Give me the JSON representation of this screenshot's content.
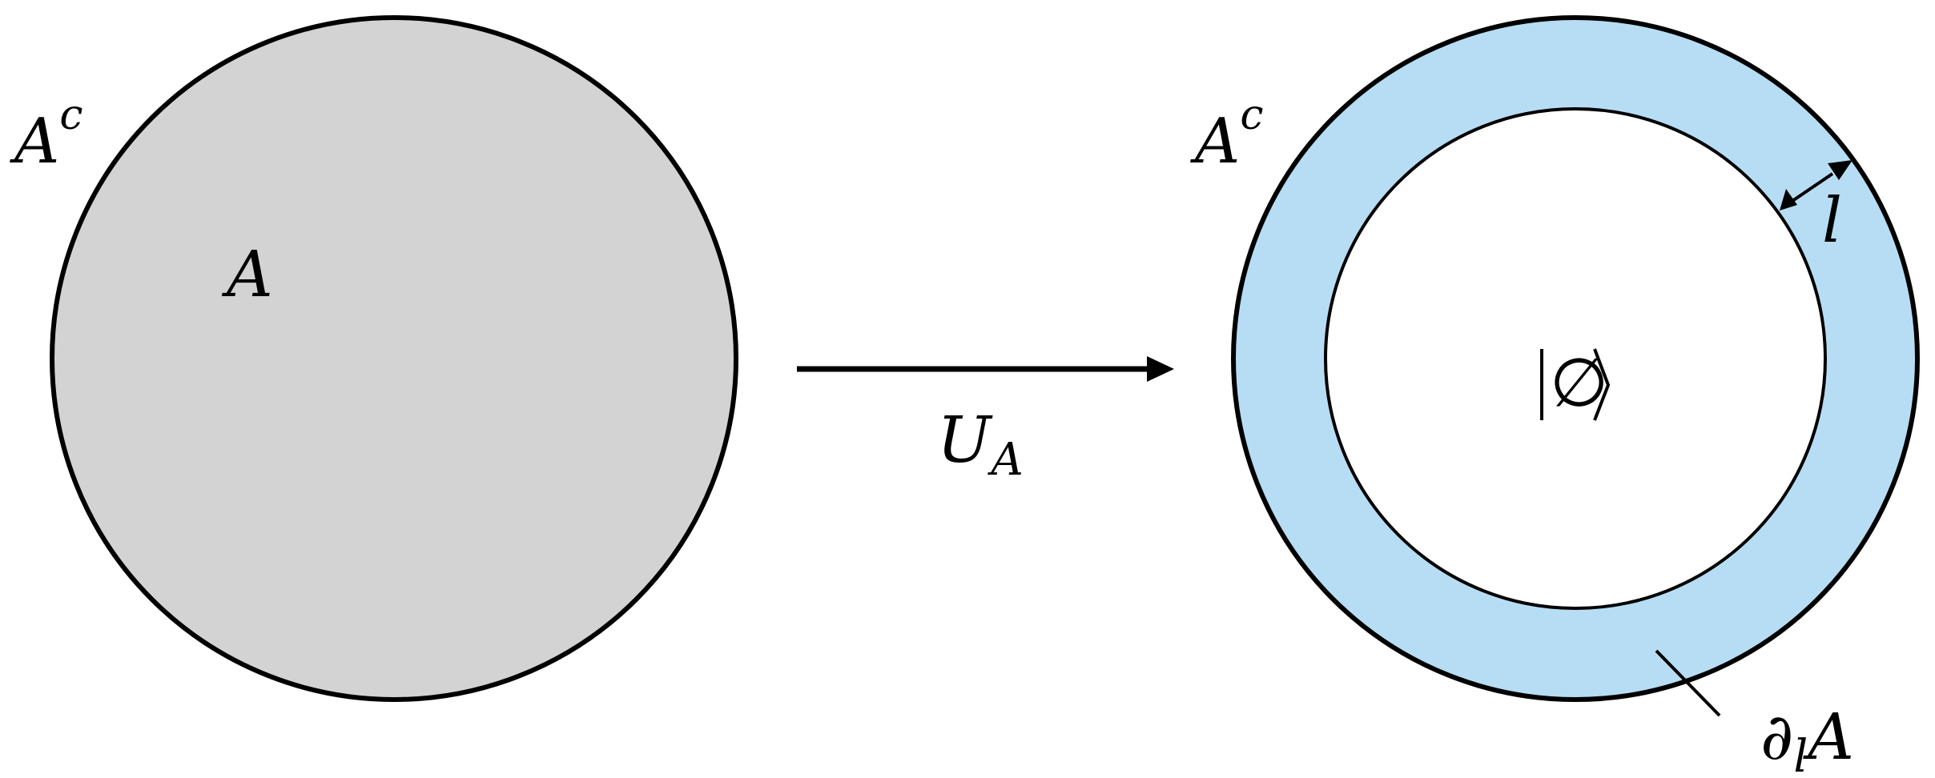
{
  "colors": {
    "region_A_fill": "#d3d3d3",
    "boundary_band_fill": "#b6ddf3",
    "inner_fill": "#ffffff",
    "stroke": "#000000",
    "background": "#ffffff"
  },
  "left_panel": {
    "complement_label": {
      "base": "A",
      "superscript": "c"
    },
    "region_label": "A"
  },
  "transform": {
    "operator": {
      "base": "U",
      "subscript": "A"
    }
  },
  "right_panel": {
    "complement_label": {
      "base": "A",
      "superscript": "c"
    },
    "center_state": {
      "open": "|",
      "symbol": "∅",
      "close": "⟩"
    },
    "width_label": "l",
    "boundary_label": {
      "base": "∂",
      "subscript": "l",
      "suffix": "A"
    }
  }
}
